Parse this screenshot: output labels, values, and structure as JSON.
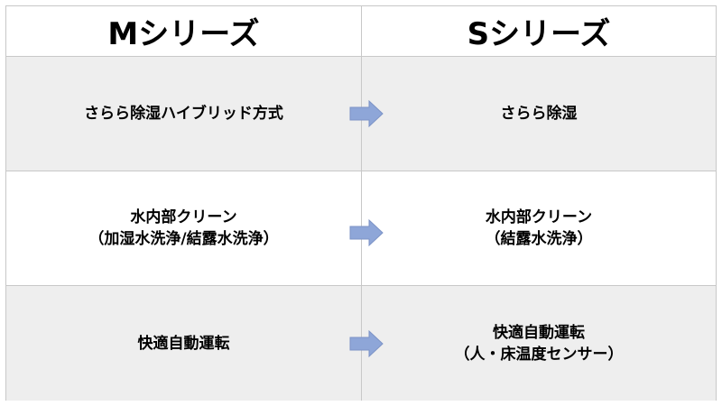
{
  "header": {
    "left": "Mシリーズ",
    "right": "Sシリーズ"
  },
  "rows": [
    {
      "left": [
        "さらら除湿ハイブリッド方式"
      ],
      "right": [
        "さらら除湿"
      ],
      "bg": "#eeeeee"
    },
    {
      "left": [
        "水内部クリーン",
        "（加湿水洗浄/結露水洗浄）"
      ],
      "right": [
        "水内部クリーン",
        "（結露水洗浄）"
      ],
      "bg": "#ffffff"
    },
    {
      "left": [
        "快適自動運転"
      ],
      "right": [
        "快適自動運転",
        "（人・床温度センサー）"
      ],
      "bg": "#eeeeee"
    }
  ],
  "colors": {
    "arrow": "#8ea6d8",
    "arrow_stroke": "#7c93c6",
    "border": "#c8c8c8"
  }
}
